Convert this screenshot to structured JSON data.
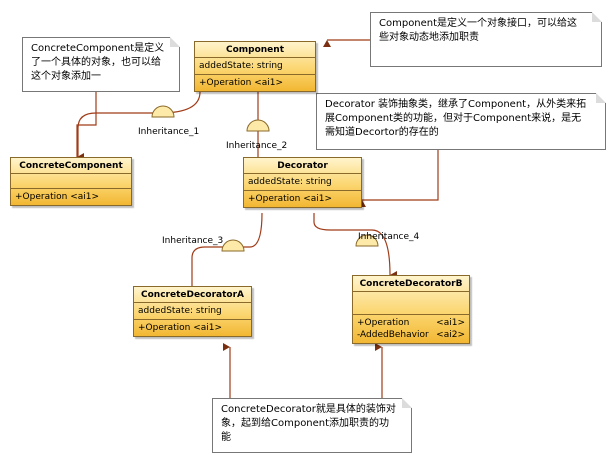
{
  "classes": {
    "component": {
      "name": "Component",
      "attr": "addedState: string",
      "ops": [
        "+Operation  <ai1>"
      ]
    },
    "concrete_component": {
      "name": "ConcreteComponent",
      "ops": [
        "+Operation  <ai1>"
      ]
    },
    "decorator": {
      "name": "Decorator",
      "attr": "addedState: string",
      "ops": [
        "+Operation  <ai1>"
      ]
    },
    "decorator_a": {
      "name": "ConcreteDecoratorA",
      "attr": "addedState: string",
      "ops": [
        "+Operation  <ai1>"
      ]
    },
    "decorator_b": {
      "name": "ConcreteDecoratorB",
      "ops": [
        {
          "name": "+Operation",
          "tag": "<ai1>"
        },
        {
          "name": "-AddedBehavior",
          "tag": "<ai2>"
        }
      ]
    }
  },
  "relations": {
    "inh1": "Inheritance_1",
    "inh2": "Inheritance_2",
    "inh3": "Inheritance_3",
    "inh4": "Inheritance_4"
  },
  "notes": {
    "concrete_component": "ConcreteComponent是定义了一个具体的对象，也可以给这个对象添加一",
    "component": "Component是定义一个对象接口，可以给这些对象动态地添加职责",
    "decorator": "Decorator 装饰抽象类，继承了Component，从外类来拓展Component类的功能，但对于Component来说，是无需知道Decortor的存在的",
    "concrete_decorator": "ConcreteDecorator就是具体的装饰对象，起到给Component添加职责的功能"
  },
  "colors": {
    "class_top": "#fff4cc",
    "class_bottom": "#f2b733",
    "border": "#8a6a2a",
    "line": "#a03c18"
  }
}
